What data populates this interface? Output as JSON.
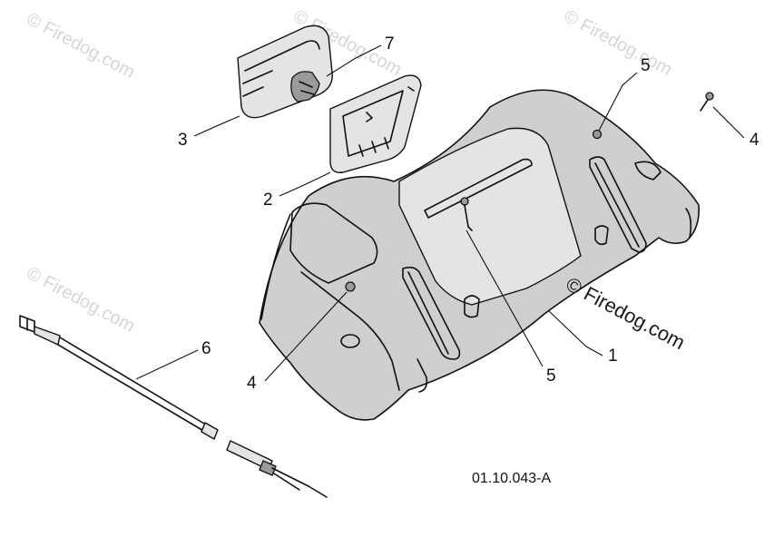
{
  "drawing_id": "01.10.043-A",
  "watermark": {
    "text": "Firedog.com",
    "symbol": "©"
  },
  "callouts": [
    {
      "id": "c1",
      "label": "1"
    },
    {
      "id": "c2",
      "label": "2"
    },
    {
      "id": "c3",
      "label": "3"
    },
    {
      "id": "c4a",
      "label": "4"
    },
    {
      "id": "c4b",
      "label": "4"
    },
    {
      "id": "c5a",
      "label": "5"
    },
    {
      "id": "c5b",
      "label": "5"
    },
    {
      "id": "c6",
      "label": "6"
    },
    {
      "id": "c7",
      "label": "7"
    }
  ],
  "colors": {
    "line": "#111111",
    "part_fill": "#cfcfcf",
    "part_light": "#e4e4e4",
    "watermark": "#d6d6d6"
  }
}
